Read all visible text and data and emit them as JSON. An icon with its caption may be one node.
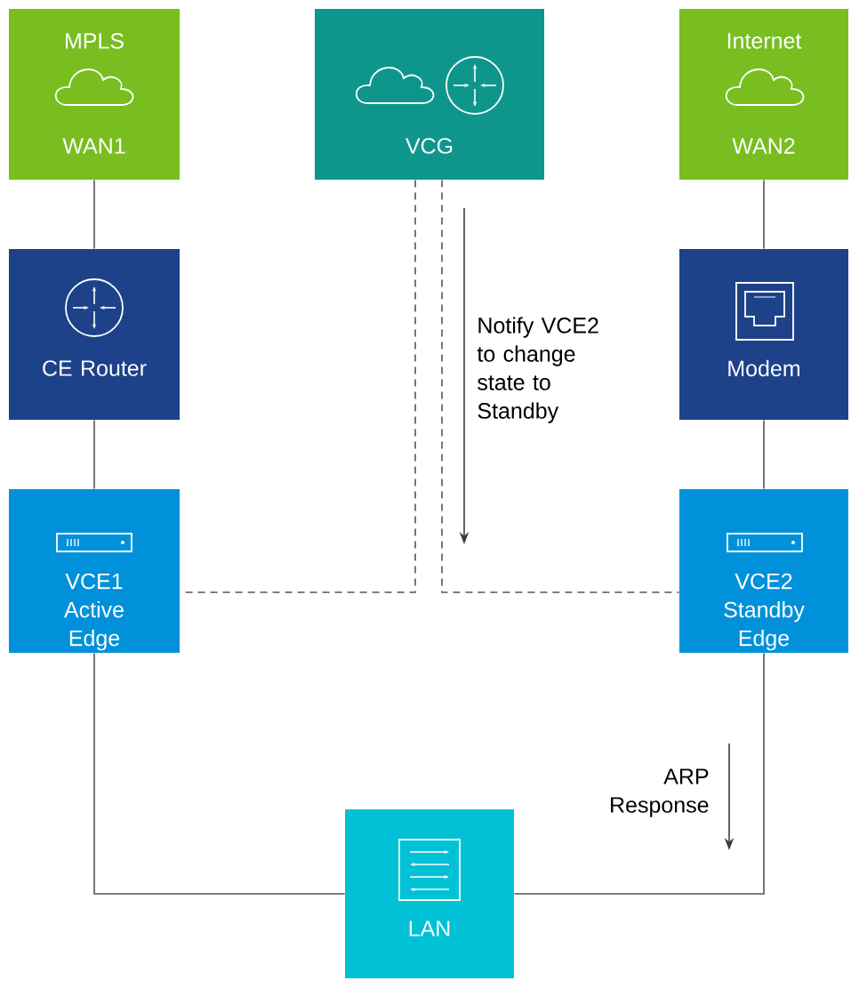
{
  "diagram": {
    "nodes": [
      {
        "text": [
          "MPLS",
          "WAN1"
        ]
      },
      {
        "text": [
          "VCG"
        ]
      },
      {
        "text": [
          "Internet",
          "WAN2"
        ]
      },
      {
        "text": [
          "CE Router"
        ]
      },
      {
        "text": [
          "Modem"
        ]
      },
      {
        "text": [
          "VCE1 Active Edge"
        ]
      },
      {
        "text": [
          "VCE2 Standby Edge"
        ]
      },
      {
        "text": [
          "LAN"
        ]
      }
    ],
    "edges": [
      {
        "from": 0,
        "to": 3,
        "arrow": "none"
      },
      {
        "from": 3,
        "to": 5,
        "arrow": "none"
      },
      {
        "from": 2,
        "to": 4,
        "arrow": "none"
      },
      {
        "from": 4,
        "to": 6,
        "arrow": "none"
      },
      {
        "from": 1,
        "to": 5,
        "arrow": "none",
        "style": "dashed"
      },
      {
        "from": 1,
        "to": 6,
        "arrow": "none",
        "style": "dashed"
      },
      {
        "from": 5,
        "to": 7,
        "arrow": "none"
      },
      {
        "from": 6,
        "to": 7,
        "arrow": "none"
      }
    ],
    "labels": [
      "Notify VCE2 to change state to Standby",
      "ARP Response"
    ]
  }
}
